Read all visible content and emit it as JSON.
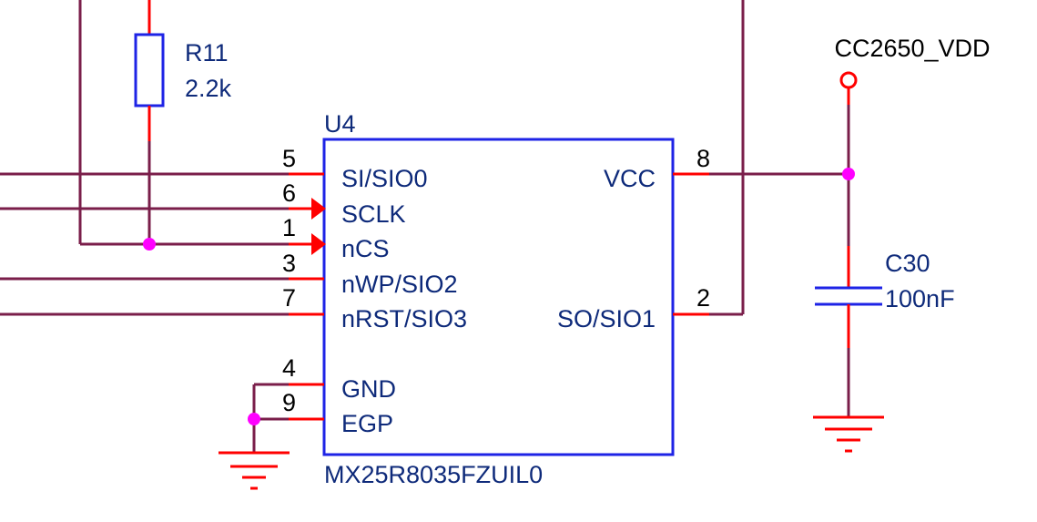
{
  "colors": {
    "wire": "#7A1E4A",
    "pin": "#FF0000",
    "body": "#1E23E6",
    "text": "#0E2A7A",
    "black": "#000000",
    "junction": "#FF00FF",
    "background": "#FFFFFF"
  },
  "resistor": {
    "ref": "R11",
    "value": "2.2k"
  },
  "ic": {
    "ref": "U4",
    "part": "MX25R8035FZUIL0",
    "left_pins": [
      {
        "number": "5",
        "name": "SI/SIO0"
      },
      {
        "number": "6",
        "name": "SCLK"
      },
      {
        "number": "1",
        "name": "nCS"
      },
      {
        "number": "3",
        "name": "nWP/SIO2"
      },
      {
        "number": "7",
        "name": "nRST/SIO3"
      },
      {
        "number": "4",
        "name": "GND"
      },
      {
        "number": "9",
        "name": "EGP"
      }
    ],
    "right_pins": [
      {
        "number": "8",
        "name": "VCC"
      },
      {
        "number": "2",
        "name": "SO/SIO1"
      }
    ]
  },
  "capacitor": {
    "ref": "C30",
    "value": "100nF"
  },
  "power_port": {
    "name": "CC2650_VDD"
  }
}
